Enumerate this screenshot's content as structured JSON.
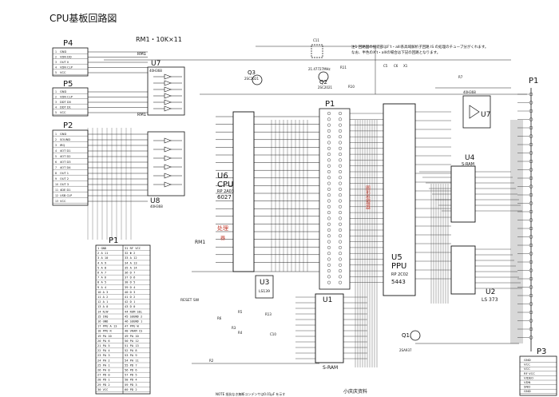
{
  "title": "CPU基板回路図",
  "note": {
    "line1": "注1 回路図の接続部はF’t・alll系高域解析子回路 IS の処理のチューブ分がくれます。",
    "line2": "なお、半色のX’t・alllの場合は下記の回路となります。"
  },
  "rm_top_label": "RM1・10K×11",
  "connectors": [
    {
      "id": "p4",
      "label": "P4",
      "pins": [
        "GND",
        "VDN DD",
        "OUT 0",
        "VDN CLP",
        "VCC"
      ]
    },
    {
      "id": "p5",
      "label": "P5",
      "pins": [
        "GND",
        "VDN CLP",
        "DDT D0",
        "DDT D1",
        "VCC"
      ]
    },
    {
      "id": "p2",
      "label": "P2",
      "pins": [
        "GND",
        "SOUND",
        "IRQ",
        "4OT D1",
        "4OT D2",
        "4OT D3",
        "4OT D4",
        "OUT 1",
        "OUT 2",
        "OUT 3",
        "4DE D1",
        "USB CLP",
        "VCC"
      ]
    }
  ],
  "p1_table": {
    "label": "P1",
    "rows": [
      [
        "1 GND",
        "31 RF VCC"
      ],
      [
        "2 A 11",
        "32 Φ 2"
      ],
      [
        "3 A 10",
        "33 A 12"
      ],
      [
        "4 A 9",
        "34 A 13"
      ],
      [
        "5 A 8",
        "35 A 14"
      ],
      [
        "6 A 7",
        "36 D 7"
      ],
      [
        "7 A 6",
        "37 D 6"
      ],
      [
        "8 A 5",
        "38 D 5"
      ],
      [
        "9 A 4",
        "39 D 4"
      ],
      [
        "10 A 3",
        "40 D 3"
      ],
      [
        "11 A 2",
        "41 D 2"
      ],
      [
        "12 A 1",
        "42 D 1"
      ],
      [
        "13 A 0",
        "43 D 0"
      ],
      [
        "14 R/W",
        "44 ROM SEL"
      ],
      [
        "15 IRQ",
        "45 SOUND 2"
      ],
      [
        "16 GND",
        "46 SOUND 1"
      ],
      [
        "17 PPU A 13",
        "47 PPU W"
      ],
      [
        "18 PPU R",
        "48 VRAM CS"
      ],
      [
        "19 PA 10",
        "49 PA 10"
      ],
      [
        "20 PA 6",
        "50 PA 12"
      ],
      [
        "21 PA 5",
        "51 PA 13"
      ],
      [
        "22 PA 4",
        "52 PA 8"
      ],
      [
        "23 PA 3",
        "53 PA 9"
      ],
      [
        "24 PA 2",
        "54 PA 11"
      ],
      [
        "25 PA 1",
        "55 PD 7"
      ],
      [
        "26 PA 0",
        "56 PD 6"
      ],
      [
        "27 PD 0",
        "57 PD 5"
      ],
      [
        "28 PD 1",
        "58 PD 4"
      ],
      [
        "29 PD 2",
        "59 PD 3"
      ],
      [
        "30 VCC",
        "60 PD 2"
      ]
    ]
  },
  "p3_table": {
    "label": "P3",
    "pins": [
      "GND",
      "VCC",
      "VCC",
      "RF VCC",
      "VIDEO",
      "VDN",
      "SND",
      "GND"
    ]
  },
  "chips": {
    "u7_left": {
      "label": "U7",
      "part": "40H368"
    },
    "u8": {
      "label": "U8",
      "part": "40H368"
    },
    "u6": {
      "label": "U6",
      "name": "CPU",
      "part": "RP 2A03",
      "num": "6027",
      "sub": "处理",
      "sub2": "器"
    },
    "u3": {
      "label": "U3",
      "part": "LS139"
    },
    "u1": {
      "label": "U1",
      "name": "S-RAM"
    },
    "u5": {
      "label": "U5",
      "name": "PPU",
      "part": "RP 2C02",
      "num": "5443",
      "side": "图形处理器"
    },
    "u4": {
      "label": "U4",
      "name": "S-RAM"
    },
    "u2": {
      "label": "U2",
      "part": "LS 373"
    },
    "u7_right": {
      "label": "U7",
      "part": "40H368"
    }
  },
  "transistors": [
    {
      "id": "q3",
      "label": "Q3",
      "part": "2SC2021"
    },
    {
      "id": "q2",
      "label": "Q2",
      "part": "2SC2021"
    },
    {
      "id": "q1",
      "label": "Q1",
      "part": "2SA937"
    }
  ],
  "small_labels": {
    "rm1a": "RM1",
    "rm1b": "RM1",
    "rm1c": "RM1",
    "p1_mid": "P1",
    "p1_right": "P1",
    "reset": "RESET SW",
    "xtal": "21.47727MHz",
    "c11": "C11",
    "r11": "R11",
    "r10": "R10",
    "r6": "R6",
    "r5": "R5",
    "r2": "R2",
    "r3": "R3",
    "r4": "R4",
    "r7": "R7",
    "r13": "R13",
    "c5": "C5",
    "c6": "C6",
    "c10": "C10",
    "x1": "X1"
  },
  "watermark": "小庆庆资料",
  "footer": "NOTE 抵抗なき無断コンデンサは0.01μF を示す"
}
